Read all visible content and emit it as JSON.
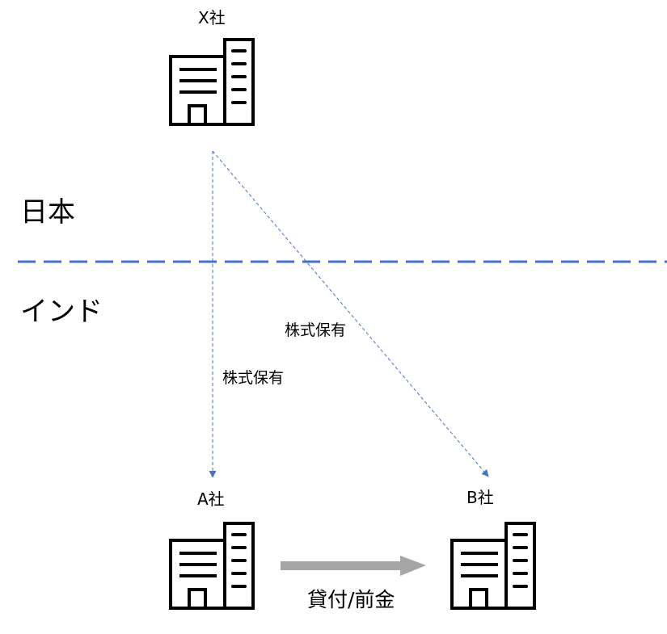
{
  "regions": {
    "top": "日本",
    "bottom": "インド"
  },
  "companies": {
    "x": "X社",
    "a": "A社",
    "b": "B社"
  },
  "relations": {
    "x_to_a": "株式保有",
    "x_to_b": "株式保有",
    "a_to_b": "貸付/前金"
  },
  "colors": {
    "border_line": "#4472C4",
    "ownership_arrow": "#4472C4",
    "flow_arrow": "#A6A6A6",
    "icon": "#000000"
  },
  "icons": {
    "company": "office-building-icon"
  }
}
